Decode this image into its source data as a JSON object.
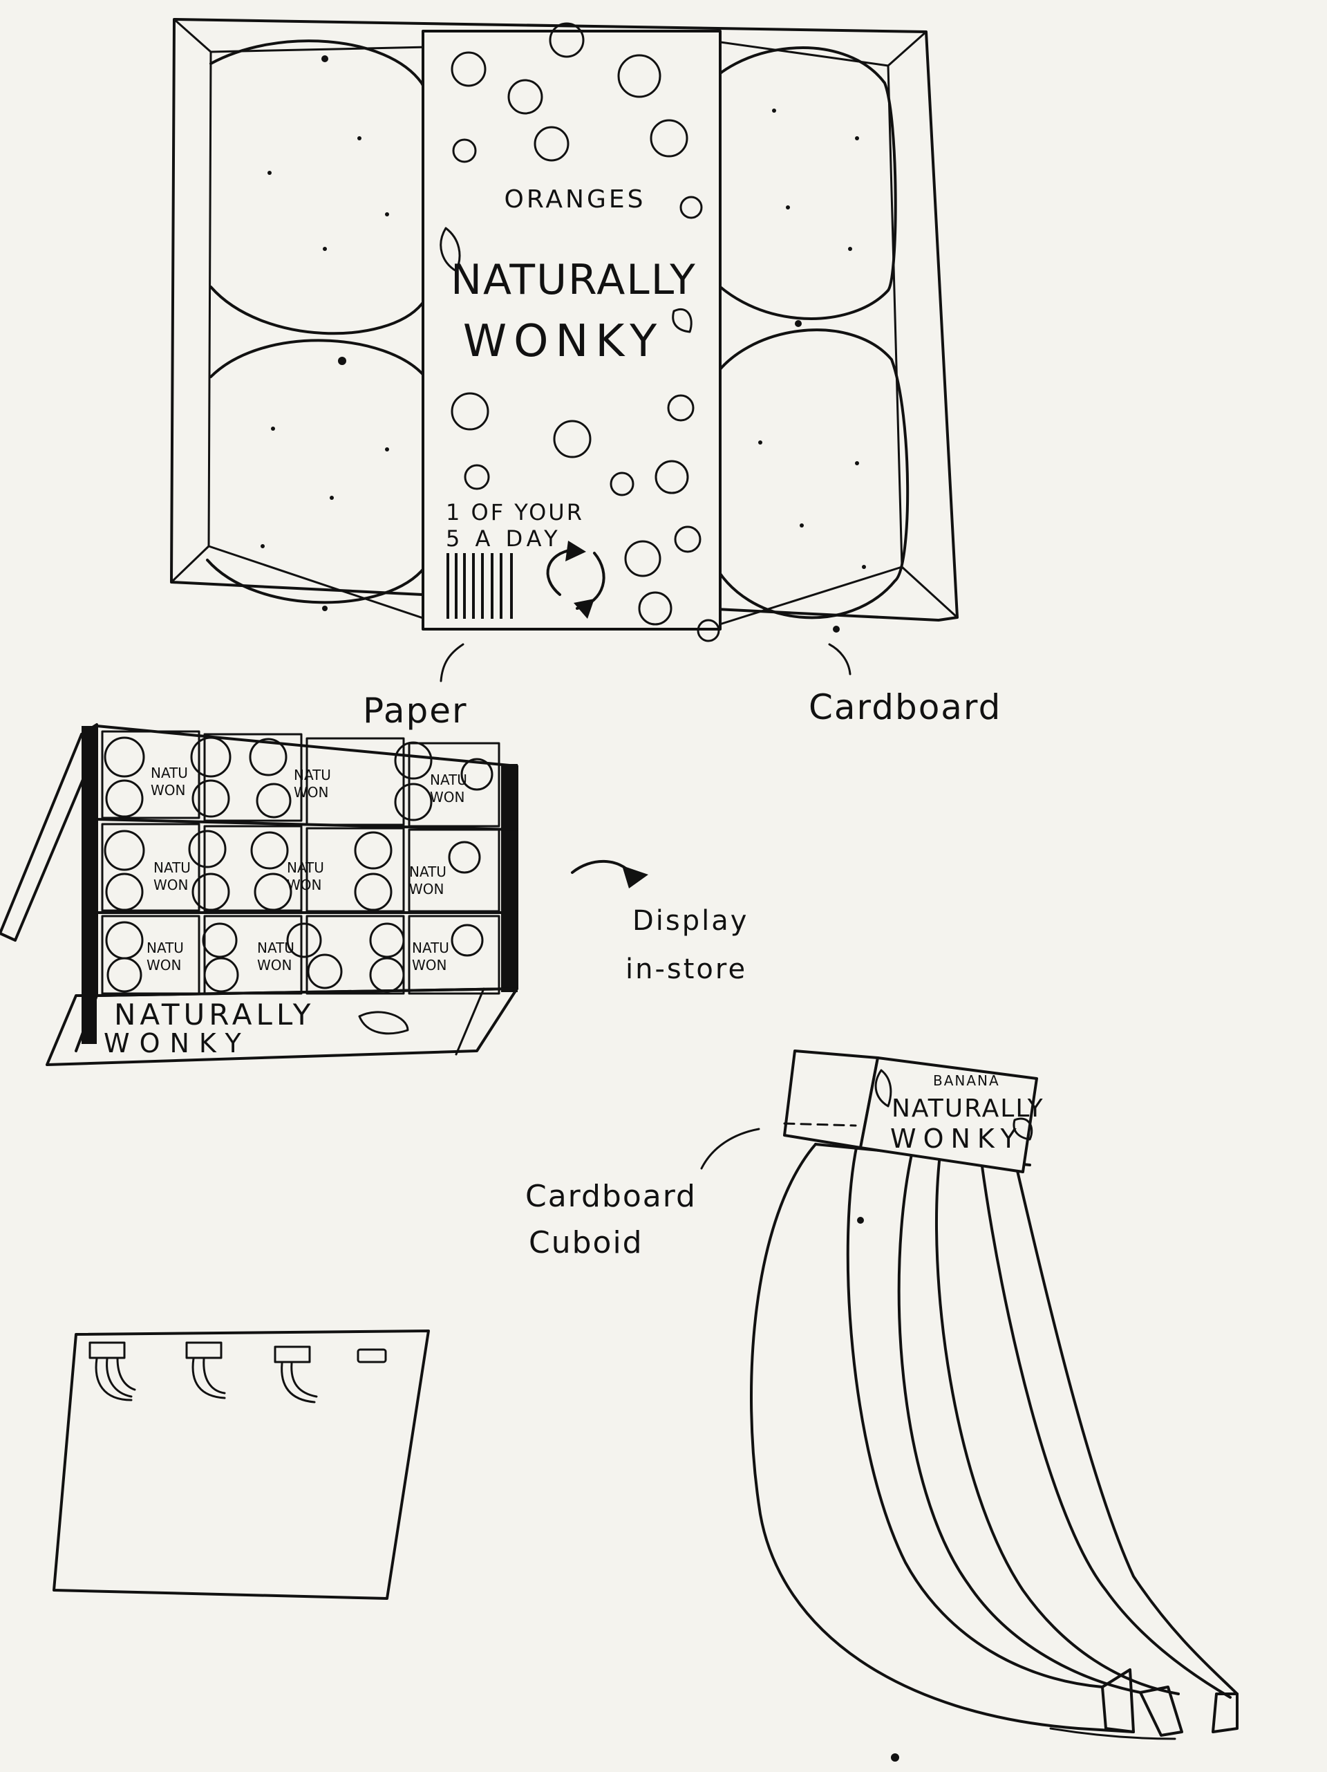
{
  "tray": {
    "product_label": "ORANGES",
    "brand_line1": "NATURALLY",
    "brand_line2": "WONKY",
    "claim_line1": "1 OF YOUR",
    "claim_line2": "5 A DAY",
    "label_paper": "Paper",
    "label_cardboard": "Cardboard"
  },
  "display": {
    "mini_brand_line1": "NATU",
    "mini_brand_line2": "WON",
    "base_brand_line1": "NATURALLY",
    "base_brand_line2": "WONKY",
    "caption_line1": "Display",
    "caption_line2": "in-store"
  },
  "banana": {
    "product_label": "BANANA",
    "brand_line1": "NATURALLY",
    "brand_line2": "WONKY",
    "caption_line1": "Cardboard",
    "caption_line2": "Cuboid"
  },
  "colors": {
    "ink": "#111111",
    "paper": "#f4f3ee"
  }
}
